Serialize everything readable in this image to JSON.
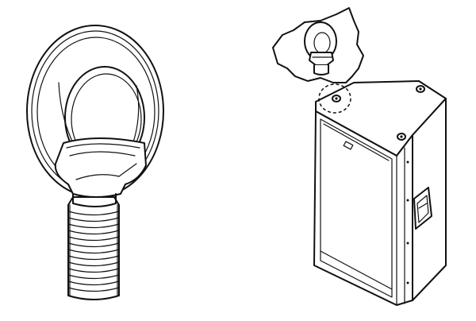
{
  "figure": {
    "left_item": "eyebolt",
    "right_item": "loudspeaker-cabinet-with-rigging-points",
    "detail_callout": "eyebolt-installed-in-top-rigging-point",
    "colors": {
      "line": "#111111",
      "fill": "#ffffff",
      "background": "#ffffff"
    }
  }
}
